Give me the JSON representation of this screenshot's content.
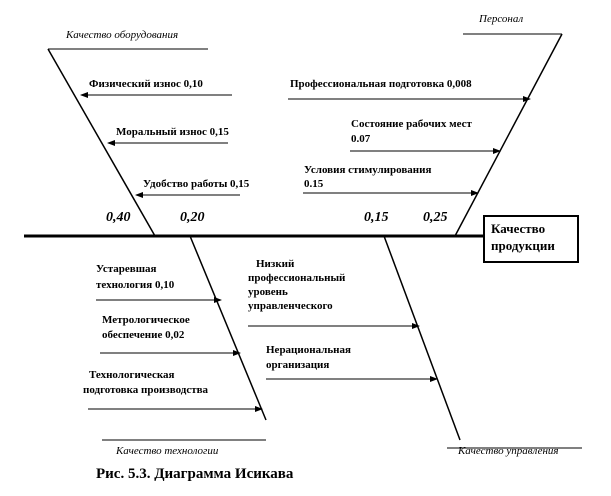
{
  "effect": {
    "line1": "Качество",
    "line2": "продукции"
  },
  "categories": {
    "equipment": "Качество оборудования",
    "personnel": "Персонал",
    "technology": "Качество технологии",
    "management": "Качество управления"
  },
  "weights": {
    "equipment": "0,40",
    "technology": "0,20",
    "management": "0,15",
    "personnel": "0,25"
  },
  "factors": {
    "equipment": [
      "Физический износ 0,10",
      "Моральный износ 0,15",
      "Удобство работы 0,15"
    ],
    "personnel": [
      [
        "Профессиональная подготовка 0,008"
      ],
      [
        "Состояние рабочих мест",
        "0.07"
      ],
      [
        "Условия стимулирования",
        "0.15"
      ]
    ],
    "technology": [
      [
        "Устаревшая",
        "технология  0,10"
      ],
      [
        "Метрологическое",
        "обеспечение 0,02"
      ],
      [
        "Технологическая",
        "подготовка производства"
      ]
    ],
    "management": [
      [
        "Низкий",
        "профессиональный",
        "уровень",
        "управленческого"
      ],
      [
        "Нерациональная",
        "организация"
      ]
    ]
  },
  "caption": "Рис. 5.3. Диаграмма Исикава"
}
